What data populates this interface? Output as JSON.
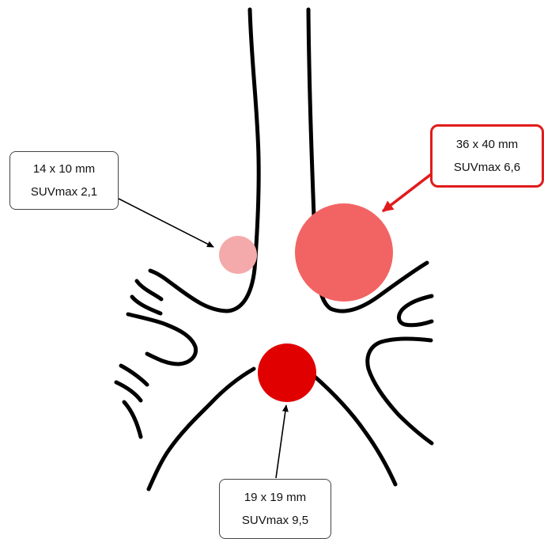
{
  "lesions": [
    {
      "id": "left",
      "size": "14 x 10 mm",
      "suv": "SUVmax 2,1",
      "fill_color": "#f4aaaa",
      "box_border_color": "#444444"
    },
    {
      "id": "right",
      "size": "36 x 40 mm",
      "suv": "SUVmax 6,6",
      "fill_color": "#f26464",
      "box_border_color": "#e11b1b"
    },
    {
      "id": "bottom",
      "size": "19 x 19 mm",
      "suv": "SUVmax 9,5",
      "fill_color": "#e00000",
      "box_border_color": "#444444"
    }
  ],
  "arrow_colors": {
    "left": "#000000",
    "right": "#e11b1b",
    "bottom": "#000000"
  }
}
